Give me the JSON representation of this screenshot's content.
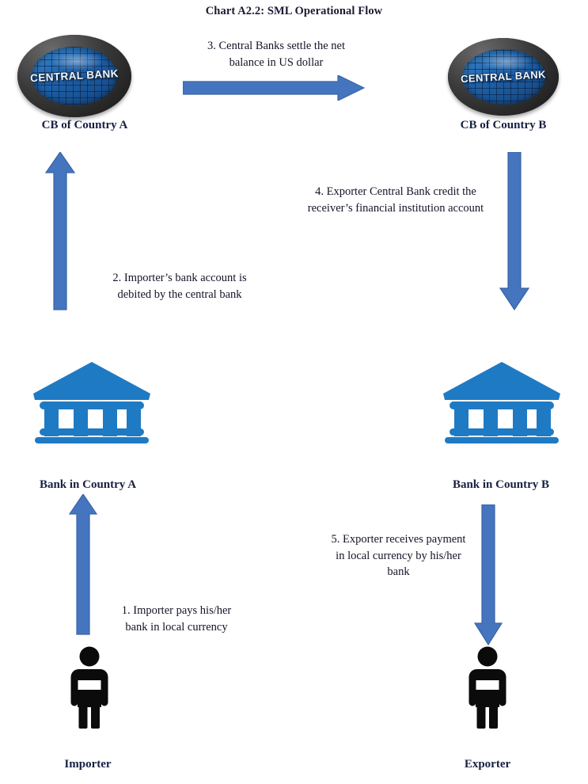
{
  "title": "Chart A2.2: SML Operational Flow",
  "colors": {
    "arrow_fill": "#4575BE",
    "arrow_stroke": "#3A63A6",
    "bank_icon": "#1F7AC4",
    "person_icon": "#0B0B0B",
    "label_text": "#172044",
    "title_text": "#1b1b33"
  },
  "nodes": {
    "cb_a": {
      "label": "CB of Country A",
      "icon_text": "CENTRAL BANK",
      "icon_name": "central-bank-ellipse-icon"
    },
    "cb_b": {
      "label": "CB of Country B",
      "icon_text": "CENTRAL BANK",
      "icon_name": "central-bank-ellipse-icon"
    },
    "bank_a": {
      "label": "Bank in Country A",
      "icon_name": "bank-building-icon"
    },
    "bank_b": {
      "label": "Bank in Country B",
      "icon_name": "bank-building-icon"
    },
    "importer": {
      "label": "Importer",
      "icon_name": "person-icon"
    },
    "exporter": {
      "label": "Exporter",
      "icon_name": "person-icon"
    }
  },
  "steps": {
    "step1": {
      "line1": "1. Importer pays his/her",
      "line2": "bank in local currency",
      "direction": "up",
      "from": "Importer",
      "to": "Bank in Country A"
    },
    "step2": {
      "line1": "2. Importer’s bank account is",
      "line2": "debited by the central bank",
      "direction": "up",
      "from": "Bank in Country A",
      "to": "CB of Country A"
    },
    "step3": {
      "line1": "3. Central Banks settle the net",
      "line2": "balance in US dollar",
      "direction": "right",
      "from": "CB of Country A",
      "to": "CB of Country B"
    },
    "step4": {
      "line1": "4. Exporter Central Bank credit the",
      "line2": "receiver’s financial institution account",
      "direction": "down",
      "from": "CB of Country B",
      "to": "Bank in Country B"
    },
    "step5": {
      "line1": "5. Exporter receives payment",
      "line2": "in local currency by his/her",
      "line3": "bank",
      "direction": "down",
      "from": "Bank in Country B",
      "to": "Exporter"
    }
  }
}
